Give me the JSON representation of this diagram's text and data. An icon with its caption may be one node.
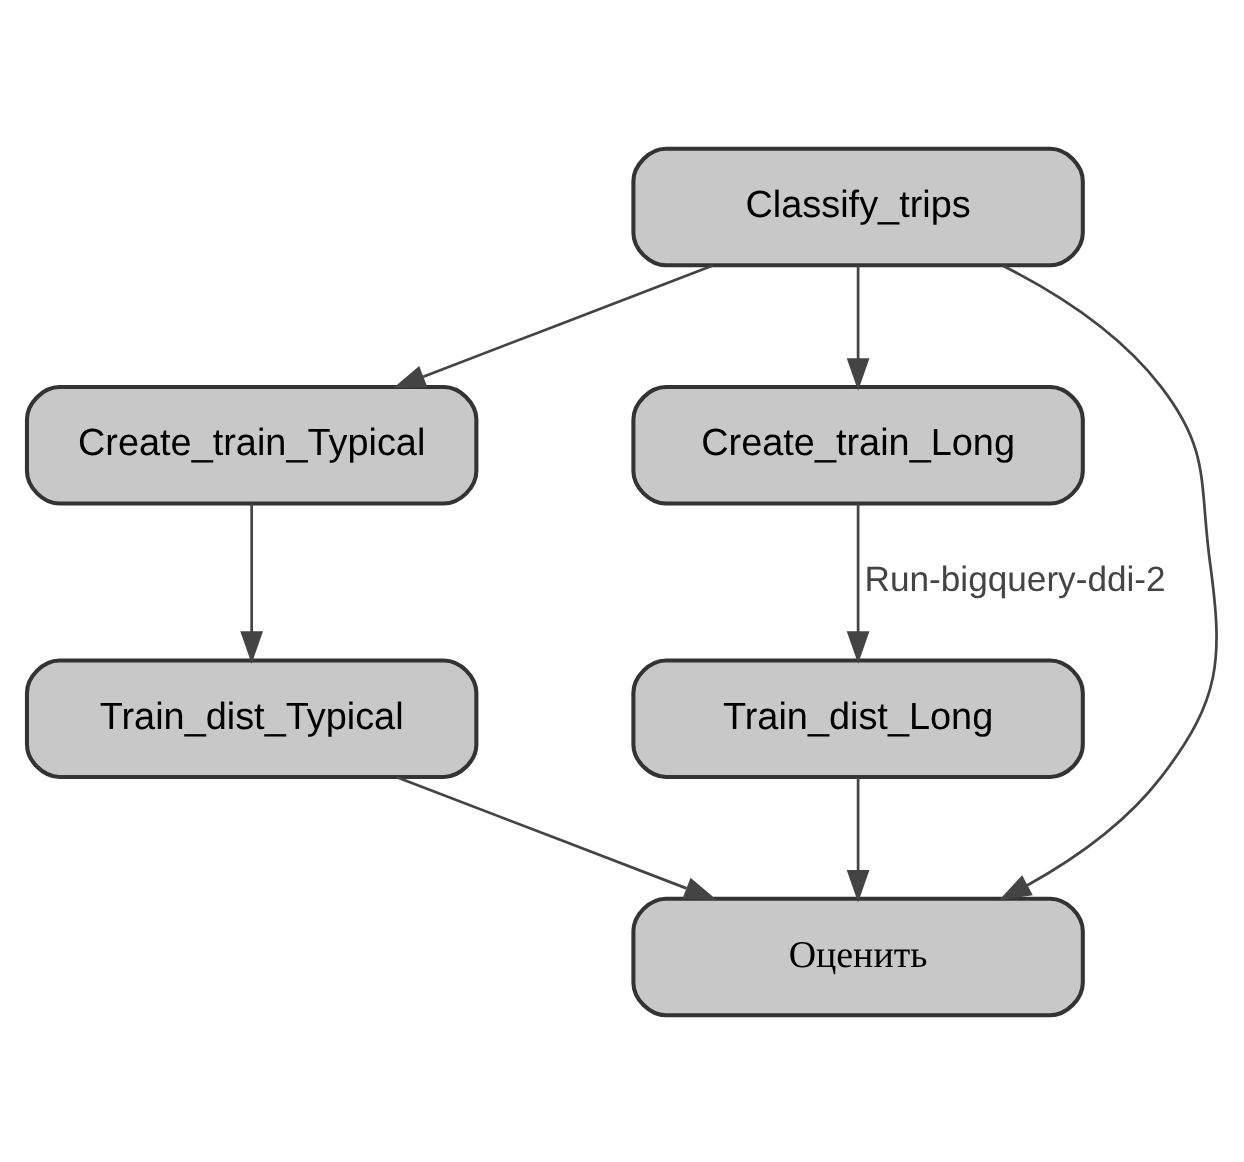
{
  "diagram": {
    "nodes": [
      {
        "text": [
          "Classify_trips"
        ]
      },
      {
        "text": [
          "Create_train_Typical"
        ]
      },
      {
        "text": [
          "Create_train_Long"
        ]
      },
      {
        "text": [
          "Train_dist_Typical"
        ]
      },
      {
        "text": [
          "Train_dist_Long"
        ]
      },
      {
        "text": [
          "Оценить"
        ]
      }
    ],
    "edges": [
      {
        "from": 0,
        "to": 1,
        "arrow": "to"
      },
      {
        "from": 0,
        "to": 2,
        "arrow": "to"
      },
      {
        "from": 0,
        "to": 5,
        "arrow": "to"
      },
      {
        "from": 1,
        "to": 3,
        "arrow": "to"
      },
      {
        "from": 2,
        "to": 4,
        "arrow": "to",
        "label": "Run-bigquery-ddi-2"
      },
      {
        "from": 3,
        "to": 5,
        "arrow": "to"
      },
      {
        "from": 4,
        "to": 5,
        "arrow": "to"
      }
    ]
  }
}
